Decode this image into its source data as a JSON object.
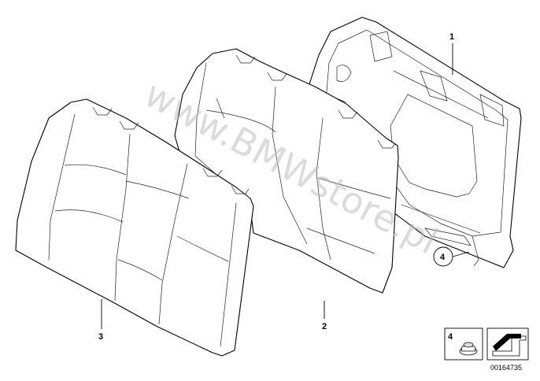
{
  "diagram": {
    "callouts": [
      {
        "id": "1",
        "text": "1"
      },
      {
        "id": "2",
        "text": "2"
      },
      {
        "id": "3",
        "text": "3"
      },
      {
        "id": "4",
        "text": "4"
      }
    ],
    "legend_box": {
      "number": "4"
    },
    "watermark": "www.BMWstore.pl",
    "image_number": "00164735"
  }
}
